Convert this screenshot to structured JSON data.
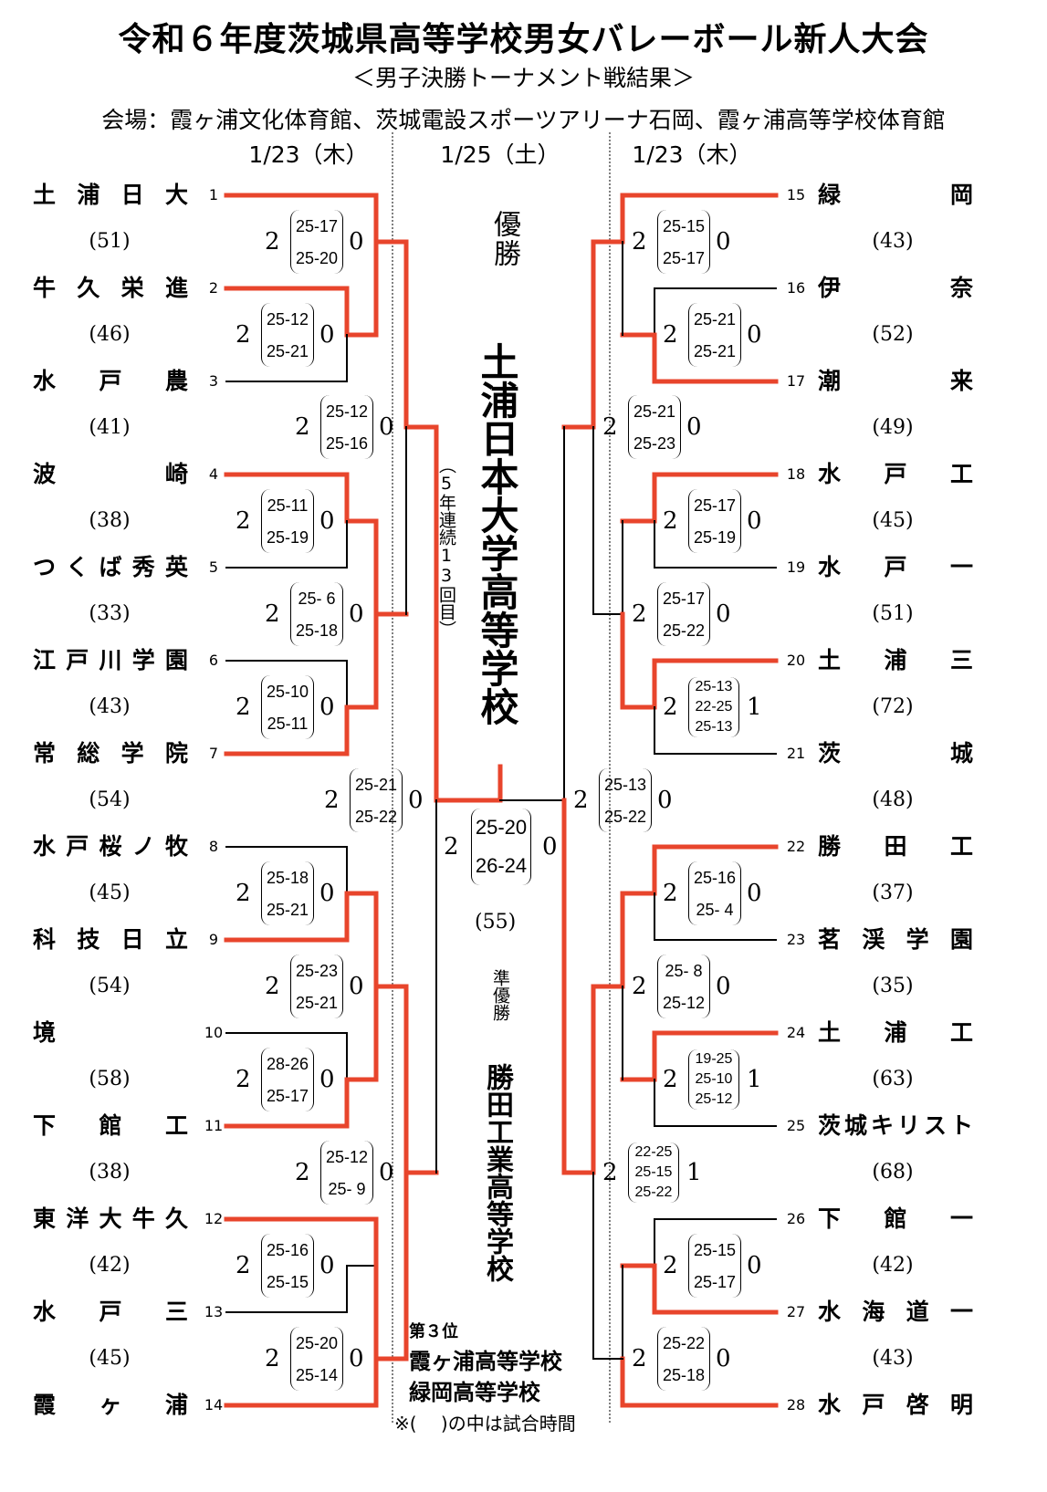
{
  "title": "令和６年度茨城県高等学校男女バレーボール新人大会",
  "subtitle": "＜男子決勝トーナメント戦結果＞",
  "venue": "会場：霞ヶ浦文化体育館、茨城電設スポーツアリーナ石岡、霞ヶ浦高等学校体育館",
  "dates": {
    "left": "1/23（木）",
    "center": "1/25（土）",
    "right": "1/23（木）"
  },
  "left_teams": [
    {
      "seed": "1",
      "name": "土浦日大",
      "time": "(51)"
    },
    {
      "seed": "2",
      "name": "牛久栄進",
      "time": "(46)"
    },
    {
      "seed": "3",
      "name": "水戸農",
      "time": "(41)"
    },
    {
      "seed": "4",
      "name": "波崎",
      "time": "(38)"
    },
    {
      "seed": "5",
      "name": "つくば秀英",
      "time": "(33)"
    },
    {
      "seed": "6",
      "name": "江戸川学園",
      "time": "(43)"
    },
    {
      "seed": "7",
      "name": "常総学院",
      "time": "(54)"
    },
    {
      "seed": "8",
      "name": "水戸桜ノ牧",
      "time": "(45)"
    },
    {
      "seed": "9",
      "name": "科技日立",
      "time": "(54)"
    },
    {
      "seed": "10",
      "name": "境",
      "time": "(58)"
    },
    {
      "seed": "11",
      "name": "下館工",
      "time": "(38)"
    },
    {
      "seed": "12",
      "name": "東洋大牛久",
      "time": "(42)"
    },
    {
      "seed": "13",
      "name": "水戸三",
      "time": "(45)"
    },
    {
      "seed": "14",
      "name": "霞ヶ浦",
      "time": ""
    }
  ],
  "right_teams": [
    {
      "seed": "15",
      "name": "緑岡",
      "time": "(43)"
    },
    {
      "seed": "16",
      "name": "伊奈",
      "time": "(52)"
    },
    {
      "seed": "17",
      "name": "潮来",
      "time": "(49)"
    },
    {
      "seed": "18",
      "name": "水戸工",
      "time": "(45)"
    },
    {
      "seed": "19",
      "name": "水戸一",
      "time": "(51)"
    },
    {
      "seed": "20",
      "name": "土浦三",
      "time": "(72)"
    },
    {
      "seed": "21",
      "name": "茨城",
      "time": "(48)"
    },
    {
      "seed": "22",
      "name": "勝田工",
      "time": "(37)"
    },
    {
      "seed": "23",
      "name": "茗渓学園",
      "time": "(35)"
    },
    {
      "seed": "24",
      "name": "土浦工",
      "time": "(63)"
    },
    {
      "seed": "25",
      "name": "茨城キリスト",
      "time": "(68)"
    },
    {
      "seed": "26",
      "name": "下館一",
      "time": "(42)"
    },
    {
      "seed": "27",
      "name": "水海道一",
      "time": "(43)"
    },
    {
      "seed": "28",
      "name": "水戸啓明",
      "time": ""
    }
  ],
  "scores": [
    {
      "id": "m1",
      "w": "2",
      "l": "0",
      "sets": [
        "25-17",
        "25-20"
      ]
    },
    {
      "id": "m2",
      "w": "2",
      "l": "0",
      "sets": [
        "25-12",
        "25-21"
      ]
    },
    {
      "id": "m3",
      "w": "2",
      "l": "0",
      "sets": [
        "25-12",
        "25-16"
      ]
    },
    {
      "id": "m4",
      "w": "2",
      "l": "0",
      "sets": [
        "25-11",
        "25-19"
      ]
    },
    {
      "id": "m5",
      "w": "2",
      "l": "0",
      "sets": [
        "25- 6",
        "25-18"
      ]
    },
    {
      "id": "m6",
      "w": "2",
      "l": "0",
      "sets": [
        "25-10",
        "25-11"
      ]
    },
    {
      "id": "m7",
      "w": "2",
      "l": "0",
      "sets": [
        "25-21",
        "25-22"
      ]
    },
    {
      "id": "m8",
      "w": "2",
      "l": "0",
      "sets": [
        "25-18",
        "25-21"
      ]
    },
    {
      "id": "m9",
      "w": "2",
      "l": "0",
      "sets": [
        "25-23",
        "25-21"
      ]
    },
    {
      "id": "m10",
      "w": "2",
      "l": "0",
      "sets": [
        "28-26",
        "25-17"
      ]
    },
    {
      "id": "m11",
      "w": "2",
      "l": "0",
      "sets": [
        "25-12",
        "25- 9"
      ]
    },
    {
      "id": "m12",
      "w": "2",
      "l": "0",
      "sets": [
        "25-16",
        "25-15"
      ]
    },
    {
      "id": "m13",
      "w": "2",
      "l": "0",
      "sets": [
        "25-20",
        "25-14"
      ]
    },
    {
      "id": "m14",
      "w": "2",
      "l": "0",
      "sets": [
        "25-15",
        "25-17"
      ]
    },
    {
      "id": "m15",
      "w": "2",
      "l": "0",
      "sets": [
        "25-21",
        "25-21"
      ]
    },
    {
      "id": "m16",
      "w": "2",
      "l": "0",
      "sets": [
        "25-21",
        "25-23"
      ]
    },
    {
      "id": "m17",
      "w": "2",
      "l": "0",
      "sets": [
        "25-17",
        "25-19"
      ]
    },
    {
      "id": "m18",
      "w": "2",
      "l": "0",
      "sets": [
        "25-17",
        "25-22"
      ]
    },
    {
      "id": "m19",
      "w": "2",
      "l": "1",
      "sets": [
        "25-13",
        "22-25",
        "25-13"
      ]
    },
    {
      "id": "m20",
      "w": "2",
      "l": "0",
      "sets": [
        "25-13",
        "25-22"
      ]
    },
    {
      "id": "m21",
      "w": "2",
      "l": "0",
      "sets": [
        "25-16",
        "25- 4"
      ]
    },
    {
      "id": "m22",
      "w": "2",
      "l": "0",
      "sets": [
        "25- 8",
        "25-12"
      ]
    },
    {
      "id": "m23",
      "w": "2",
      "l": "1",
      "sets": [
        "19-25",
        "25-10",
        "25-12"
      ]
    },
    {
      "id": "m24",
      "w": "2",
      "l": "1",
      "sets": [
        "22-25",
        "25-15",
        "25-22"
      ]
    },
    {
      "id": "m25",
      "w": "2",
      "l": "0",
      "sets": [
        "25-15",
        "25-17"
      ]
    },
    {
      "id": "m26",
      "w": "2",
      "l": "0",
      "sets": [
        "25-22",
        "25-18"
      ]
    },
    {
      "id": "final",
      "w": "2",
      "l": "0",
      "sets": [
        "25-20",
        "26-24"
      ]
    }
  ],
  "final_time": "(55)",
  "champion_label": "優勝",
  "champion_name": "土浦日本大学高等学校",
  "champion_note": "（5年連続13回目）",
  "runnerup_label": "準優勝",
  "runnerup_name": "勝田工業高等学校",
  "third_label": "第３位",
  "third_teams": [
    "霞ヶ浦高等学校",
    "緑岡高等学校"
  ],
  "footnote": "※(　 )の中は試合時間",
  "colors": {
    "winner_line": "#e8452c",
    "line": "#000000"
  }
}
